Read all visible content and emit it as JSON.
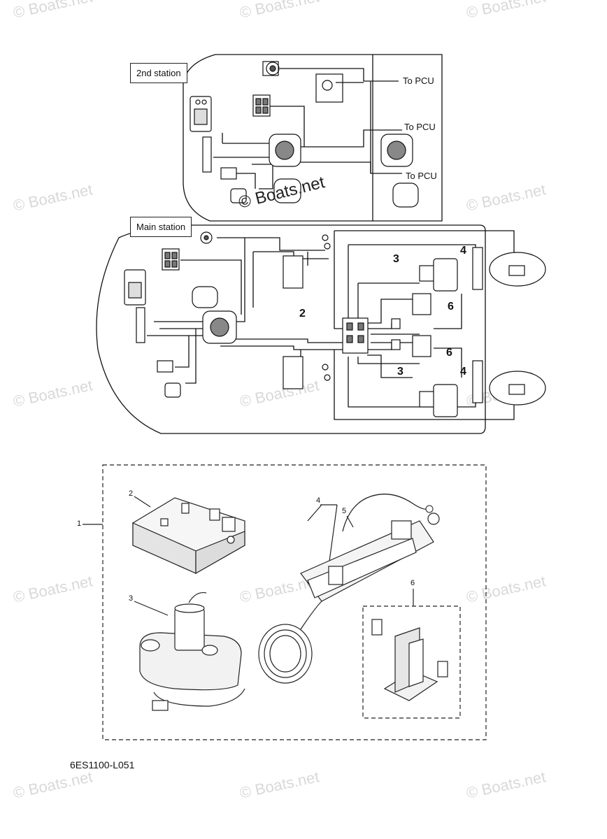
{
  "watermark": "© Boats.net",
  "center_watermark": "© Boats.net",
  "second_station": {
    "label": "2nd station",
    "to_pcu_labels": [
      "To PCU",
      "To PCU",
      "To PCU"
    ]
  },
  "main_station": {
    "label": "Main station",
    "callouts": [
      "2",
      "3",
      "4",
      "6",
      "3",
      "6",
      "4"
    ]
  },
  "parts": {
    "kit_number": "1",
    "callouts": [
      "2",
      "3",
      "4",
      "5",
      "6"
    ]
  },
  "diagram_code": "6ES1100-L051"
}
